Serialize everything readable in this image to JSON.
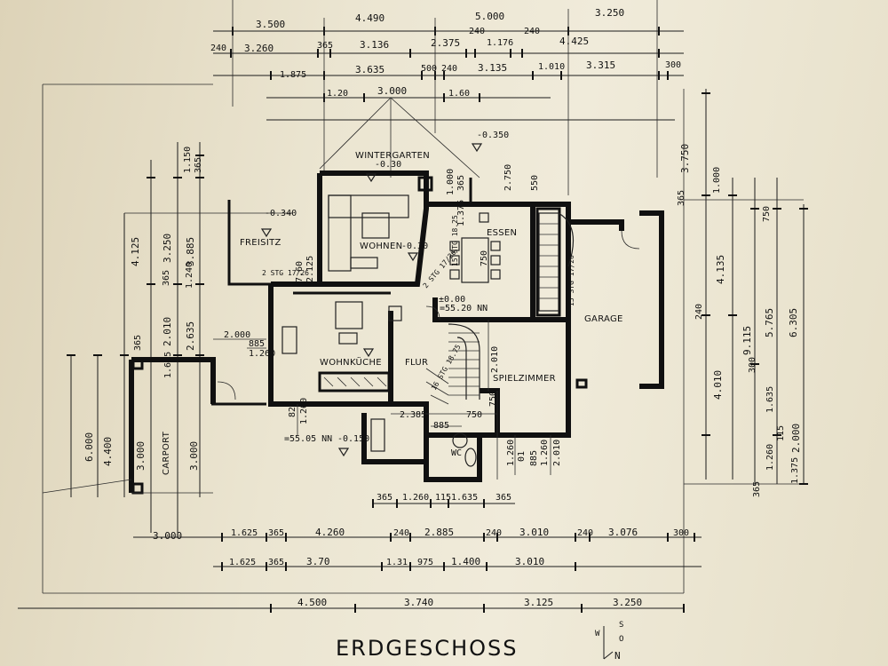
{
  "title": "ERDGESCHOSS",
  "rooms": {
    "wintergarten": "WINTERGARTEN",
    "wohnen": "WOHNEN",
    "essen": "ESSEN",
    "freisitz": "FREISITZ",
    "wohnkueche": "WOHNKÜCHE",
    "flur": "FLUR",
    "spielzimmer": "SPIELZIMMER",
    "garage": "GARAGE",
    "carport": "CARPORT",
    "wc": "WC"
  },
  "levels": {
    "wintergarten": "-0.30",
    "wohnen": "-0.30",
    "outside_top": "-0.350",
    "freisitz": "-0.340",
    "floor": "±0.00",
    "nn_floor": "=55.20 NN",
    "nn_ground": "=55.05 NN",
    "ground": "-0.150"
  },
  "stairs": {
    "s1": "2 STG 17/26",
    "s2": "2 STG 17/26",
    "s3": "15 STG 17/26",
    "s4": "16 STG 18.75",
    "s5": "15 STG 18.25"
  },
  "compass": [
    "W",
    "S",
    "O",
    "N"
  ],
  "dims": {
    "top_row1": [
      "3.500",
      "4.490",
      "5.000",
      "3.250"
    ],
    "top_row2": [
      "240",
      "3.260",
      "365",
      "3.136",
      "2.375",
      "240",
      "1.176",
      "240",
      "4.425"
    ],
    "top_row3": [
      "1.875",
      "3.635",
      "500",
      "240",
      "3.135",
      "1.010",
      "3.315",
      "300"
    ],
    "top_row4": [
      "1.20",
      "3.000",
      "1.60"
    ],
    "bottom_row1": [
      "365",
      "1.260",
      "115",
      "1.635",
      "365"
    ],
    "bottom_row2": [
      "3.000",
      "1.625",
      "365",
      "4.260",
      "240",
      "2.885",
      "240",
      "3.010",
      "240",
      "3.076",
      "300"
    ],
    "bottom_row3": [
      "1.625",
      "365",
      "3.70",
      "1.31",
      "975",
      "1.400",
      "3.010"
    ],
    "bottom_row4": [
      "4.500",
      "3.740",
      "3.125",
      "3.250"
    ],
    "left_outer": [
      "4.125",
      "3.250",
      "2.010",
      "3.885",
      "365",
      "1.150",
      "365",
      "1.240",
      "2.635",
      "365",
      "1.625",
      "3.000",
      "6.000",
      "4.400",
      "3.000"
    ],
    "right_outer": [
      "3.750",
      "1.000",
      "365",
      "4.135",
      "240",
      "9.115",
      "5.765",
      "6.305",
      "4.010",
      "300",
      "750",
      "1.635",
      "2.000",
      "365",
      "1.260",
      "115",
      "1.375"
    ],
    "inner": [
      "2.000",
      "885",
      "1.260",
      "2.125",
      "7.60",
      "2.385",
      "885",
      "750",
      "1.260",
      "2.010",
      "1.260",
      "2.010",
      "2.750",
      "365",
      "550",
      "1.000",
      "1.375",
      "750",
      "825",
      "1.260",
      "01",
      "885",
      "750"
    ]
  }
}
